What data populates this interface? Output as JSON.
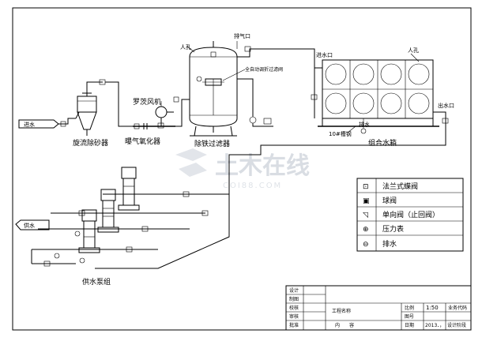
{
  "labels": {
    "manhole_top": "人孔",
    "vent": "排气口",
    "auto_backwash_valve": "全自动调折过滤阀",
    "roots_blower": "罗茨风机",
    "cyclone_sand_remover": "旋流除砂器",
    "aeration_oxidizer": "曝气氧化器",
    "iron_removal_filter": "除铁过滤器",
    "inlet_water": "进水",
    "tank_inlet": "进水口",
    "tank_manhole": "人孔",
    "tank_outlet": "出水口",
    "drain": "排水",
    "steel_label": "10#槽钢",
    "combined_tank": "组合水箱",
    "water_supply": "供水",
    "pump_group": "供水泵组",
    "watermark_cn": "土木在线",
    "watermark_en": "COI88.COM"
  },
  "legend": [
    {
      "icon": "flanged-butterfly-valve-icon",
      "symbol": "⊡",
      "text": "法兰式蝶阀"
    },
    {
      "icon": "ball-valve-icon",
      "symbol": "▣",
      "text": "球阀"
    },
    {
      "icon": "check-valve-icon",
      "symbol": "◹",
      "text": "单向阀（止回阀）"
    },
    {
      "icon": "pressure-gauge-icon",
      "symbol": "⊕",
      "text": "压力表"
    },
    {
      "icon": "drain-icon",
      "symbol": "⊖",
      "text": "排水"
    }
  ],
  "title_block": {
    "design": "设计",
    "drawing": "制图",
    "check": "校核",
    "review": "审核",
    "approve": "批准",
    "project_name": "工程名称",
    "content": "内　　容",
    "scale_label": "比例",
    "scale_value": "1:50",
    "project_code": "业务代码",
    "drawing_no": "图号",
    "date_label": "日期",
    "date_value": "2013．，",
    "design_stage": "设计阶段"
  }
}
